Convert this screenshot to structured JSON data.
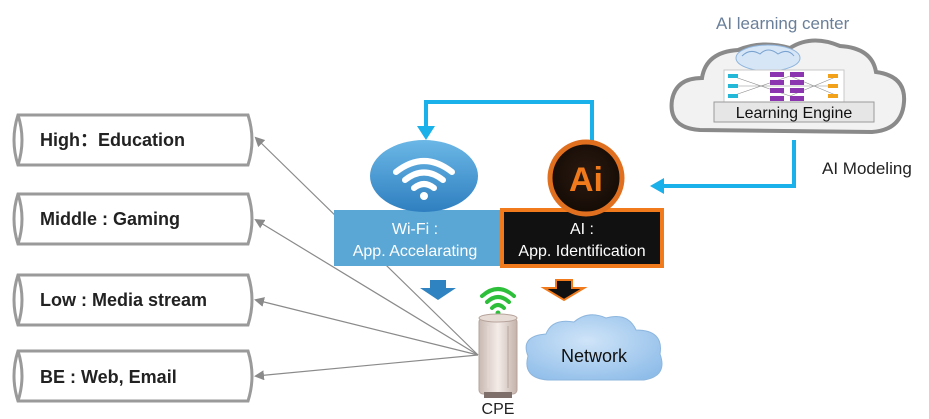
{
  "priority_queues": [
    {
      "text": "High：Education"
    },
    {
      "text": "Middle : Gaming"
    },
    {
      "text": "Low : Media stream"
    },
    {
      "text": "BE : Web, Email"
    }
  ],
  "ai_center": {
    "title": "AI learning center",
    "engine_label": "Learning Engine"
  },
  "ai_modeling_label": "AI  Modeling",
  "wifi_box": {
    "line1": "Wi-Fi :",
    "line2": "App. Accelarating"
  },
  "ai_box": {
    "line1": "AI :",
    "line2": "App. Identification"
  },
  "ai_logo_text": "Ai",
  "network_label": "Network",
  "cpe_label": "CPE",
  "colors": {
    "wifi_blue": "#5aa7d6",
    "flow_blue": "#1ab0ea",
    "ai_orange": "#f07a1c",
    "ai_black": "#111111",
    "cloud_blue": "#9ec8ef",
    "queue_border": "#9a9a9a"
  },
  "icons": [
    "wifi-icon",
    "ai-logo-icon",
    "green-signal-icon",
    "cloud-icon",
    "cpe-router-icon",
    "brain-icon"
  ]
}
